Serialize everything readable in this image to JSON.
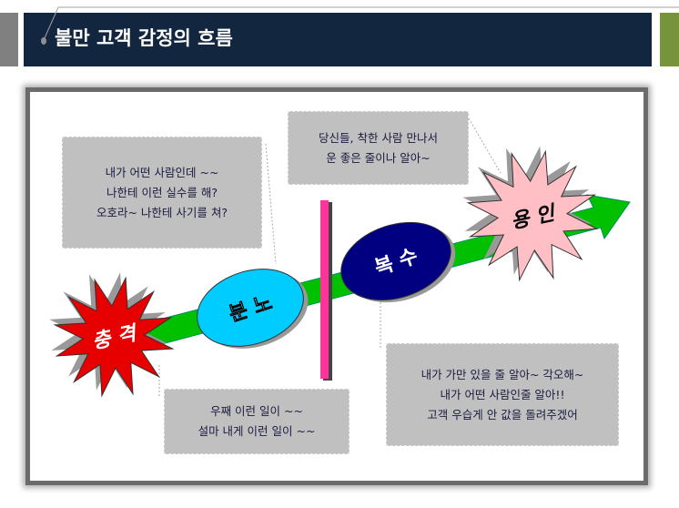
{
  "title": "불만 고객 감정의 흐름",
  "stages": {
    "shock": "충 격",
    "anger": "분 노",
    "revenge": "복 수",
    "forgive": "용 인"
  },
  "notes": {
    "anger": [
      "내가 어떤 사람인데 ~~",
      "나한테 이런 실수를 해?",
      "오호라~ 나한테 사기를 쳐?"
    ],
    "forgive": [
      "당신들, 착한 사람 만나서",
      "운 좋은 줄이나 알아~"
    ],
    "shock": [
      "우째 이런 일이 ~~",
      "설마 내게 이런 일이 ~~"
    ],
    "revenge": [
      "내가 가만 있을 줄 알아~ 각오해~",
      "내가 어떤 사람인줄 알아!!",
      "고객 우습게 안 값을 돌려주겠어"
    ]
  },
  "colors": {
    "title_bg": "#12263f",
    "shock": "#e60000",
    "anger": "#00ccff",
    "revenge": "#000080",
    "forgive": "#ffbfc4",
    "arrow": "#00c000",
    "divider": "#ff3399"
  }
}
